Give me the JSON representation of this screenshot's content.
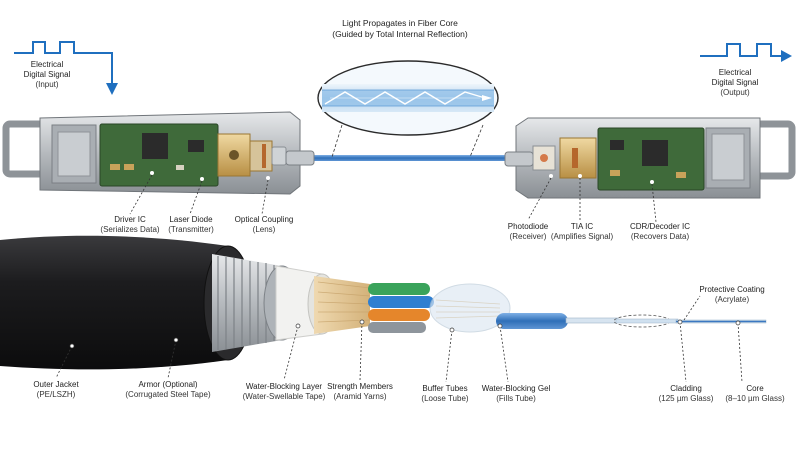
{
  "header": {
    "line1": "Light Propagates in Fiber Core",
    "line2": "(Guided by Total Internal Reflection)"
  },
  "signals": {
    "input": {
      "line1": "Electrical",
      "line2": "Digital Signal",
      "line3": "(Input)"
    },
    "output": {
      "line1": "Electrical",
      "line2": "Digital Signal",
      "line3": "(Output)"
    }
  },
  "transceiver_labels": {
    "driver": {
      "name": "Driver IC",
      "desc": "(Serializes Data)"
    },
    "laser": {
      "name": "Laser Diode",
      "desc": "(Transmitter)"
    },
    "coupling": {
      "name": "Optical Coupling",
      "desc": "(Lens)"
    },
    "photodiode": {
      "name": "Photodiode",
      "desc": "(Receiver)"
    },
    "tia": {
      "name": "TIA IC",
      "desc": "(Amplifies Signal)"
    },
    "cdr": {
      "name": "CDR/Decoder IC",
      "desc": "(Recovers Data)"
    }
  },
  "cable_labels": {
    "jacket": {
      "name": "Outer Jacket",
      "desc": "(PE/LSZH)"
    },
    "armor": {
      "name": "Armor (Optional)",
      "desc": "(Corrugated Steel Tape)"
    },
    "waterlayer": {
      "name": "Water-Blocking Layer",
      "desc": "(Water-Swellable Tape)"
    },
    "strength": {
      "name": "Strength Members",
      "desc": "(Aramid Yarns)"
    },
    "buffer": {
      "name": "Buffer Tubes",
      "desc": "(Loose Tube)"
    },
    "gel": {
      "name": "Water-Blocking Gel",
      "desc": "(Fills Tube)"
    },
    "coating": {
      "name": "Protective Coating",
      "desc": "(Acrylate)"
    },
    "cladding": {
      "name": "Cladding",
      "desc": "(125 µm Glass)"
    },
    "core": {
      "name": "Core",
      "desc": "(8–10 µm Glass)"
    }
  },
  "colors": {
    "jacket": "#1c1c1e",
    "armor": "#9ea3a8",
    "tape": "#f2f2f0",
    "aramid": "#e7cfa4",
    "tube_green": "#3aa35b",
    "tube_blue": "#2f7fd1",
    "tube_orange": "#e5862b",
    "tube_gray": "#8e959c",
    "fiber_blue": "#3b78c2",
    "pcb": "#3f6a3a",
    "metal": "#c3c6c9",
    "gold": "#d9b772",
    "accent": "#1f6fbf"
  }
}
